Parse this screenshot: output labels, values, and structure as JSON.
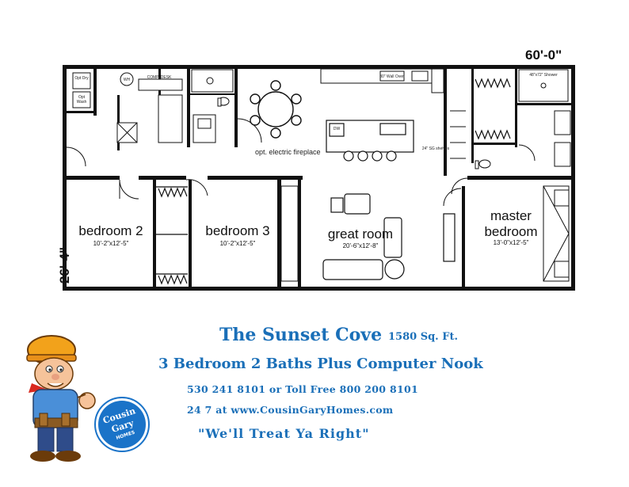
{
  "plan": {
    "width_dim": "60'-0\"",
    "depth_dim": "26'-4\"",
    "rooms": {
      "bedroom2": {
        "name": "bedroom 2",
        "size": "10'-2\"x12'-5\""
      },
      "bedroom3": {
        "name": "bedroom 3",
        "size": "10'-2\"x12'-5\""
      },
      "great_room": {
        "name": "great room",
        "size": "20'-6\"x12'-8\""
      },
      "master_bedroom": {
        "name_line1": "master",
        "name_line2": "bedroom",
        "size": "13'-0\"x12'-5\""
      }
    },
    "labels": {
      "fireplace": "opt. electric fireplace",
      "comp_desk": "COMP. DESK",
      "wh": "WH",
      "opt_dry": "Opt Dry",
      "opt_wash": "Opt Wash",
      "shower": "48\"x72\" Shower",
      "shelves": "24\" SG shelves",
      "wall_oven": "30\" Wall Oven",
      "dw": "DW"
    }
  },
  "ad": {
    "title": "The Sunset Cove",
    "sqft": "1580 Sq. Ft.",
    "subtitle": "3 Bedroom 2 Baths Plus Computer Nook",
    "phone": "530 241 8101 or Toll Free 800 200 8101",
    "web": "24 7 at  www.CousinGaryHomes.com",
    "slogan": "\"We'll Treat Ya Right\""
  },
  "logo": {
    "line1": "Cousin",
    "line2": "Gary",
    "line3": "HOMES",
    "color": "#1a73c8"
  }
}
